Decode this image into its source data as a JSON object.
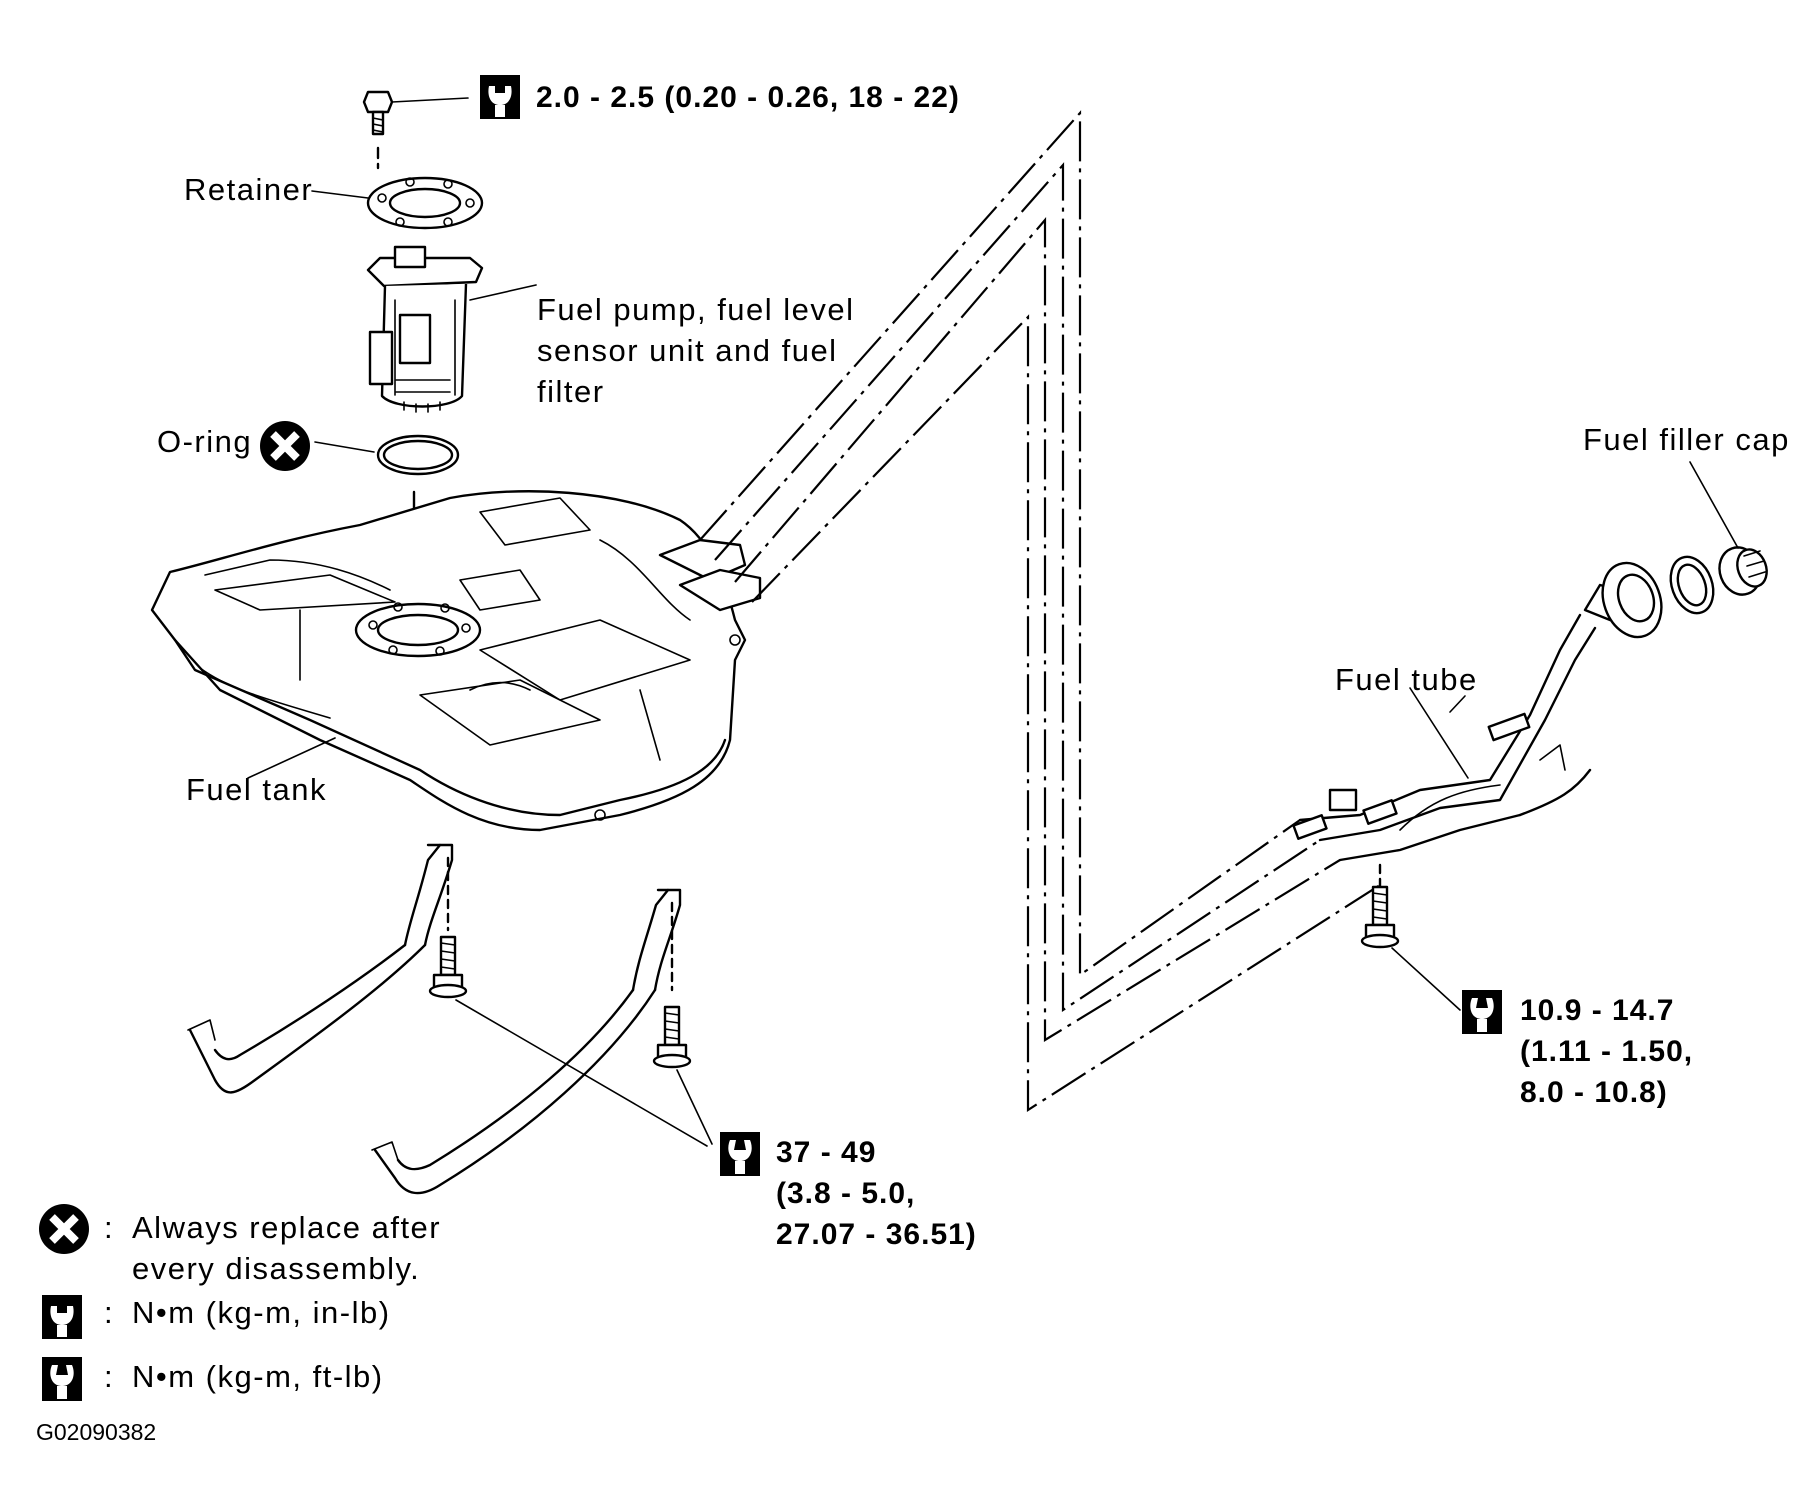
{
  "diagram": {
    "parts": {
      "retainer": "Retainer",
      "fuel_pump": [
        "Fuel pump, fuel level",
        "sensor unit and fuel",
        "filter"
      ],
      "o_ring": "O-ring",
      "fuel_tank": "Fuel tank",
      "fuel_filler_cap": "Fuel filler cap",
      "fuel_tube": "Fuel tube"
    },
    "torque_specs": {
      "retainer_bolt": "2.0 - 2.5 (0.20 - 0.26, 18 - 22)",
      "strap_bolts": [
        "37 - 49",
        "(3.8 - 5.0,",
        "27.07 - 36.51)"
      ],
      "tube_bolt": [
        "10.9 - 14.7",
        "(1.11 - 1.50,",
        "8.0 - 10.8)"
      ]
    },
    "legend": {
      "replace": [
        "Always replace after",
        "every disassembly."
      ],
      "in_lb": "N•m (kg-m, in-lb)",
      "ft_lb": "N•m (kg-m, ft-lb)",
      "separator": ":"
    },
    "figure_code": "G02090382",
    "icons": {
      "replace": "x-circle-icon",
      "torque_in_lb": "torque-wrench-in-lb-icon",
      "torque_ft_lb": "torque-wrench-ft-lb-icon"
    }
  }
}
